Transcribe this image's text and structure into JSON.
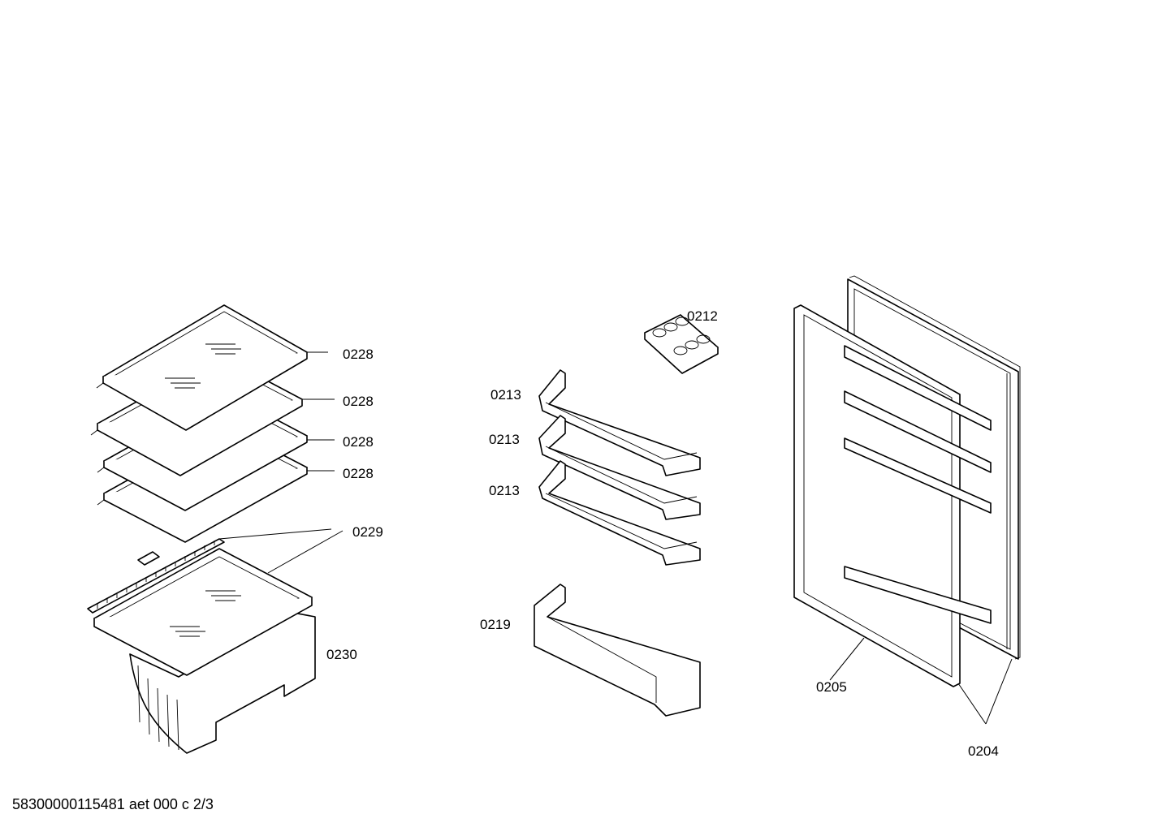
{
  "labels": {
    "shelf_1": "0228",
    "shelf_2": "0228",
    "shelf_3": "0228",
    "shelf_4": "0228",
    "glass_cover_strip": "0229",
    "crisper_drawer": "0230",
    "egg_tray": "0212",
    "door_shelf_1": "0213",
    "door_shelf_2": "0213",
    "door_shelf_3": "0213",
    "bottle_shelf": "0219",
    "door_seal": "0205",
    "door": "0204"
  },
  "footer": "58300000115481 aet 000 c 2/3"
}
